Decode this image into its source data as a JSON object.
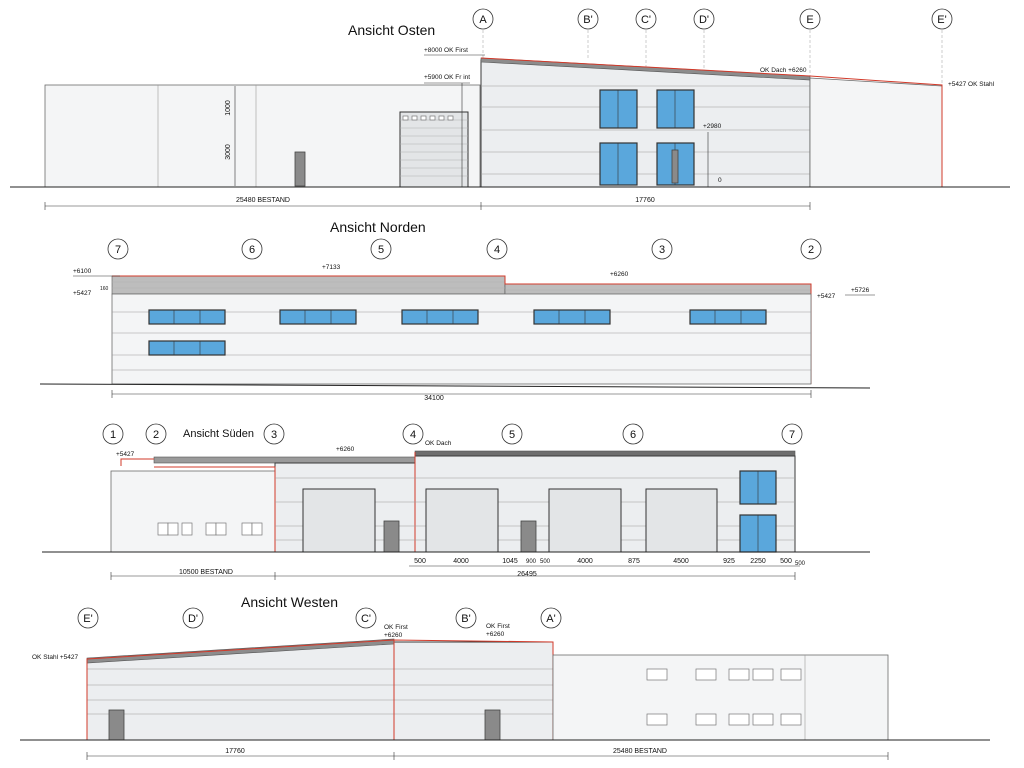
{
  "views": {
    "east": {
      "title": "Ansicht Osten",
      "axes": [
        "A",
        "B'",
        "C'",
        "D'",
        "E",
        "E'"
      ],
      "annotations": [
        "+8000  OK First",
        "+5900  OK Fr int",
        "OK Dach  +6260",
        "+5427  OK Stahl",
        "+2980",
        "0"
      ],
      "vertical_dims": [
        "1000",
        "3000"
      ],
      "dims": [
        "25480   BESTAND",
        "17760"
      ]
    },
    "north": {
      "title": "Ansicht Norden",
      "axes": [
        "7",
        "6",
        "5",
        "4",
        "3",
        "2"
      ],
      "annotations": [
        "+6100",
        "+7133",
        "+6260",
        "+5427",
        "+5427",
        "+5726",
        "160"
      ],
      "dims": [
        "34100"
      ]
    },
    "south": {
      "title": "Ansicht Süden",
      "axes": [
        "1",
        "2",
        "3",
        "4",
        "5",
        "6",
        "7"
      ],
      "annotations": [
        "+5427",
        "+6260",
        "OK Dach"
      ],
      "dims_top": [
        "500",
        "4000",
        "1045",
        "900",
        "500",
        "4000",
        "875",
        "4500",
        "925",
        "2250",
        "500",
        "500"
      ],
      "dims_bottom": [
        "10500   BESTAND",
        "26495"
      ]
    },
    "west": {
      "title": "Ansicht Westen",
      "axes": [
        "E'",
        "D'",
        "C'",
        "B'",
        "A'"
      ],
      "annotations": [
        "OK Stahl  +5427",
        "OK First",
        "+6260",
        "OK First",
        "+6260"
      ],
      "dims": [
        "17760",
        "25480   BESTAND"
      ]
    }
  }
}
